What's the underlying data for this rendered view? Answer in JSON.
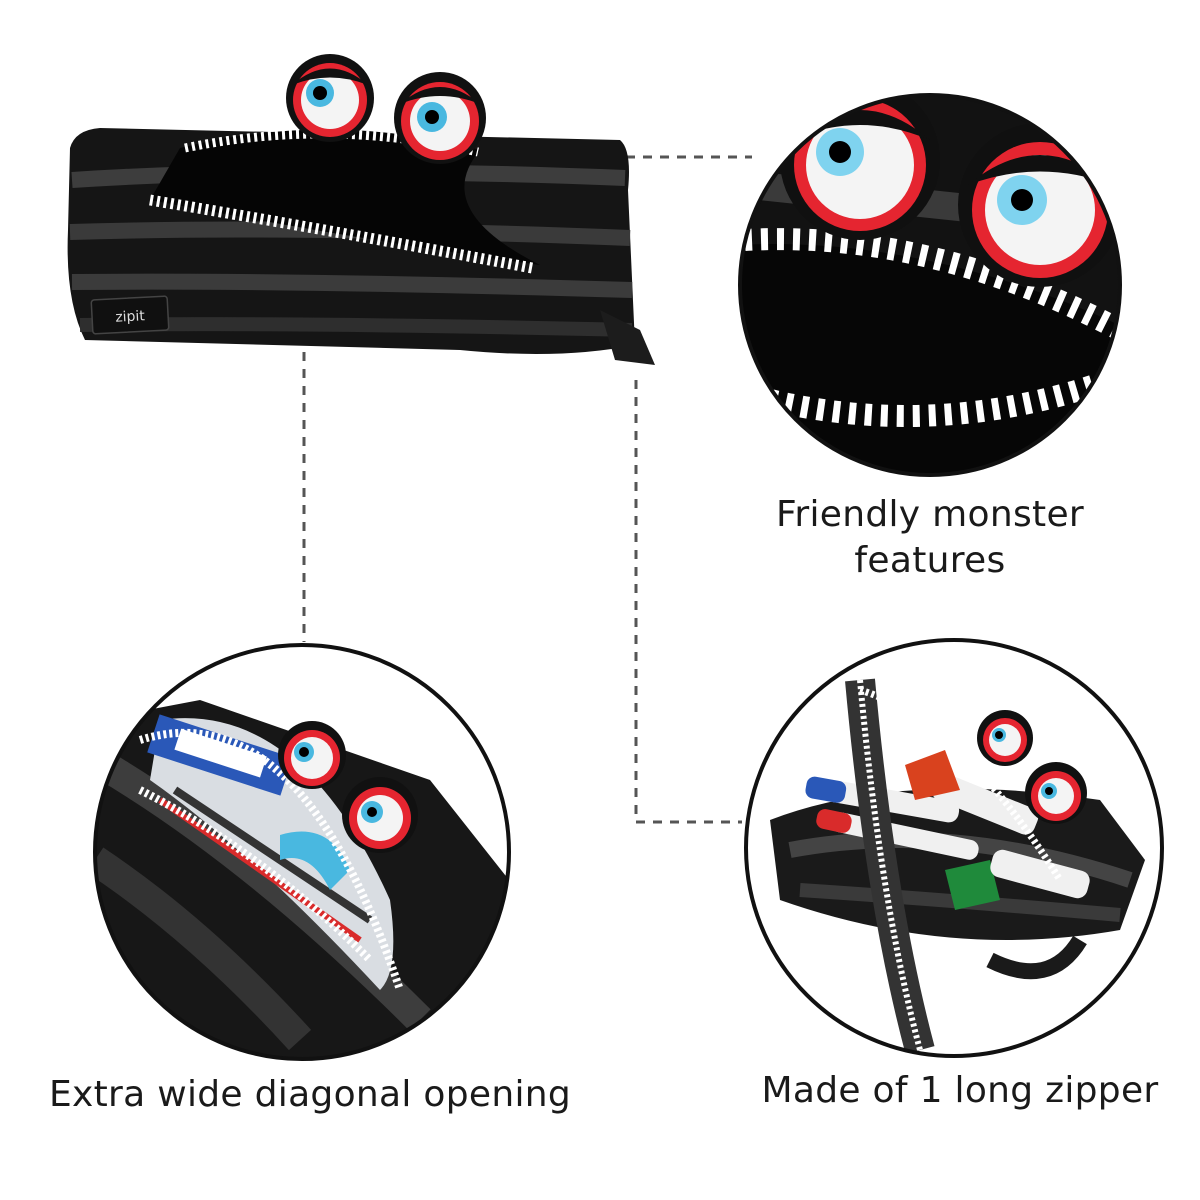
{
  "product": {
    "brand_mark": "zipit",
    "colors": {
      "pouch_black": "#141414",
      "zipper_grey": "#4a4a4a",
      "zipper_teeth": "#ffffff",
      "eye_ring_red": "#e52530",
      "eye_white": "#f4f4f4",
      "iris_blue": "#49b8e0",
      "divider_dash": "#555555"
    }
  },
  "captions": {
    "features": "Friendly monster features",
    "opening": "Extra wide diagonal opening",
    "zipper": "Made of 1 long zipper"
  },
  "contents": {
    "marker_colors": [
      "#d9421e",
      "#1f8a3b",
      "#2a58b8"
    ],
    "pen_colors": [
      "#2a58b8",
      "#d92b2b",
      "#333333"
    ]
  }
}
